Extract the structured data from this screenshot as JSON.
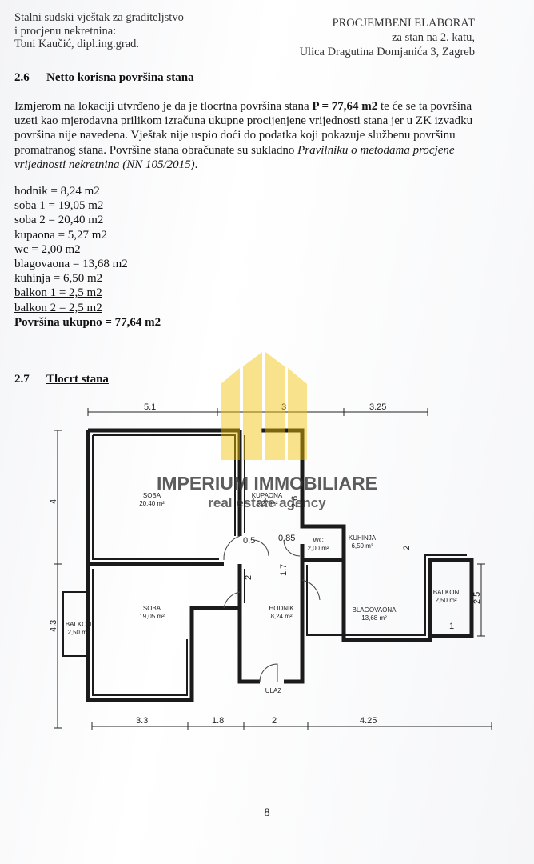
{
  "header": {
    "left_lines": [
      "Stalni sudski vještak za graditeljstvo",
      "i procjenu nekretnina:",
      "Toni Kaučić, dipl.ing.grad."
    ],
    "right_lines": [
      "PROCJEMBENI ELABORAT",
      "za stan na 2. katu,",
      "Ulica Dragutina Domjanića 3, Zagreb"
    ]
  },
  "section_26": {
    "number": "2.6",
    "title": "Netto korisna površina stana",
    "text_before_p": "Izmjerom na lokaciji utvrđeno je da je tlocrtna površina stana ",
    "p_value": "P = 77,64 m2",
    "text_after_p": " te će se ta površina uzeti kao mjerodavna prilikom izračuna ukupne procijenjene vrijednosti stana jer u ZK izvadku površina nije navedena. Vještak nije uspio doći do podatka koji pokazuje službenu površinu promatranog stana. Površine stana obračunate su sukladno ",
    "regulation": "Pravilniku o metodama procjene vrijednosti nekretnina (NN 105/2015)",
    "text_end": ".",
    "areas": [
      "hodnik = 8,24 m2",
      "soba 1 = 19,05 m2",
      "soba 2 = 20,40 m2",
      "kupaona = 5,27 m2",
      "wc = 2,00 m2",
      "blagovaona = 13,68 m2",
      "kuhinja = 6,50 m2",
      "balkon 1 = 2,5 m2",
      "balkon 2 = 2,5 m2"
    ],
    "total": "Površina ukupno  = 77,64 m2"
  },
  "section_27": {
    "number": "2.7",
    "title": "Tlocrt stana"
  },
  "floorplan": {
    "top_dims": [
      "5.1",
      "3",
      "3.25"
    ],
    "bottom_dims": [
      "3.3",
      "1.8",
      "2",
      "4.25"
    ],
    "left_dims": [
      "4",
      "4.3"
    ],
    "right_dims": [
      "2.5"
    ],
    "inner_dims": [
      "0.5",
      "0.85",
      "2.6",
      "2",
      "1.7",
      "2",
      "1"
    ],
    "rooms": [
      {
        "name": "SOBA",
        "area": "20,40 m²"
      },
      {
        "name": "KUPAONA",
        "area": "5,27 m²"
      },
      {
        "name": "WC",
        "area": "2,00 m²"
      },
      {
        "name": "KUHINJA",
        "area": "6,50 m²"
      },
      {
        "name": "SOBA",
        "area": "19,05 m²"
      },
      {
        "name": "HODNIK",
        "area": "8,24 m²"
      },
      {
        "name": "BLAGOVAONA",
        "area": "13,68 m²"
      },
      {
        "name": "BALKON",
        "area": "2,50 m²"
      },
      {
        "name": "BALKON",
        "area": "2,50 m²"
      }
    ],
    "entrance": "ULAZ"
  },
  "watermark": {
    "brand": "IMPERIUM IMMOBILIARE",
    "tagline": "real estate agency",
    "color": "#f2c200"
  },
  "page_number": "8"
}
